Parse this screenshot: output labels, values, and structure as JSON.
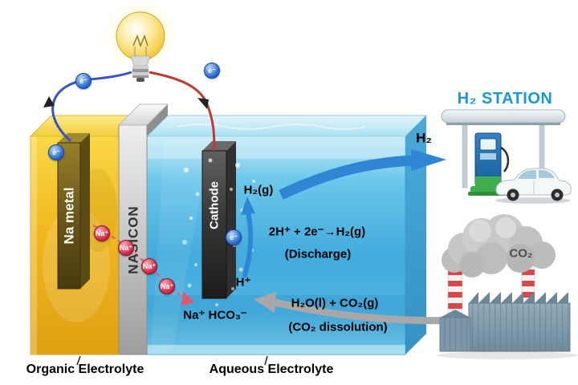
{
  "cell": {
    "na_metal_label": "Na metal",
    "nasicon_label": "NASICON",
    "cathode_label": "Cathode",
    "organic_label": "Organic Electrolyte",
    "aqueous_label": "Aqueous Electrolyte"
  },
  "particles": {
    "electron": "e⁻",
    "sodium_ion": "Na⁺"
  },
  "reactions": {
    "h2_gas": "H₂(g)",
    "discharge_eq": "2H⁺ + 2e⁻→H₂(g)",
    "discharge_note": "(Discharge)",
    "proton": "H⁺",
    "bicarbonate": "Na⁺ HCO₃⁻",
    "dissolution_eq": "H₂O(l) + CO₂(g)",
    "dissolution_note": "(CO₂ dissolution)"
  },
  "outputs": {
    "h2_arrow_label": "H₂",
    "co2_label": "CO₂",
    "station_label": "H₂ STATION"
  },
  "colors": {
    "h2_arrow": "#2e86d4",
    "co2_arrow": "#a8a8a8",
    "station_text": "#1899d6",
    "organic_electrolyte": "#f0b71e",
    "aqueous_electrolyte": "#41abdd",
    "nasicon": "#c0c0c0",
    "electron": "#2a6cd0",
    "sodium_ion": "#d42a46"
  }
}
